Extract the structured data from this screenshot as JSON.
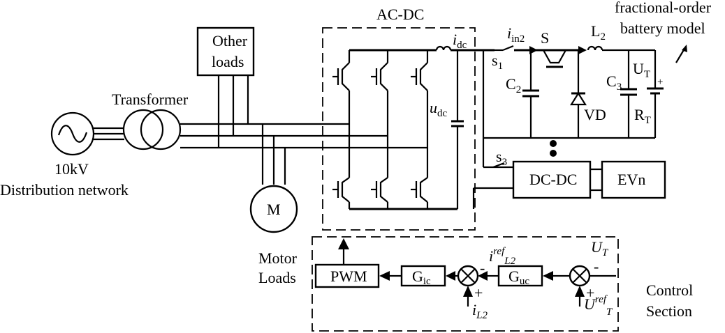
{
  "labels": {
    "ac_dc": "AC-DC",
    "fractional_model_line1": "fractional-order",
    "fractional_model_line2": "battery model",
    "other_loads_line1": "Other",
    "other_loads_line2": "loads",
    "transformer": "Transformer",
    "voltage": "10kV",
    "distribution_network": "Distribution network",
    "motor": "M",
    "motor_loads_line1": "Motor",
    "motor_loads_line2": "Loads",
    "dcdc": "DC-DC",
    "ev": "EVn",
    "pwm": "PWM",
    "control_line1": "Control",
    "control_line2": "Section"
  },
  "symbols": {
    "i_dc": {
      "main": "i",
      "sub": "dc"
    },
    "i_in2": {
      "main": "i",
      "sub": "in2"
    },
    "s1": {
      "main": "s",
      "sub": "1"
    },
    "s3": {
      "main": "s",
      "sub": "3"
    },
    "S": "S",
    "L2": {
      "main": "L",
      "sub": "2"
    },
    "C2": {
      "main": "C",
      "sub": "2"
    },
    "C3": {
      "main": "C",
      "sub": "3"
    },
    "UT": {
      "main": "U",
      "sub": "T"
    },
    "RT": {
      "main": "R",
      "sub": "T"
    },
    "VD": "VD",
    "u_dc": {
      "main": "u",
      "sub": "dc"
    },
    "Gic": {
      "main": "G",
      "sub": "ic"
    },
    "Guc": {
      "main": "G",
      "sub": "uc"
    },
    "iref_L2": {
      "main": "i",
      "sup": "ref",
      "sub": "L2"
    },
    "UT_fb": {
      "main": "U",
      "sub": "T"
    },
    "iL2_fb": {
      "main": "i",
      "sub": "L2"
    },
    "Uref_T": {
      "main": "U",
      "sup": "ref",
      "sub": "T"
    },
    "plus": "+",
    "minus": "-"
  }
}
